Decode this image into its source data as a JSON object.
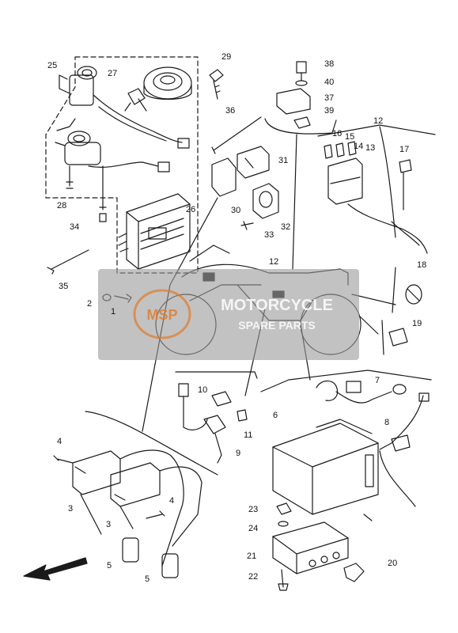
{
  "callouts": {
    "c1": "1",
    "c2": "2",
    "c3a": "3",
    "c3b": "3",
    "c4a": "4",
    "c4b": "4",
    "c5a": "5",
    "c5b": "5",
    "c6": "6",
    "c7": "7",
    "c8": "8",
    "c9": "9",
    "c10": "10",
    "c11": "11",
    "c12a": "12",
    "c12b": "12",
    "c13": "13",
    "c14": "14",
    "c15": "15",
    "c16": "16",
    "c17": "17",
    "c18": "18",
    "c19": "19",
    "c20": "20",
    "c21": "21",
    "c22": "22",
    "c23": "23",
    "c24": "24",
    "c25": "25",
    "c26": "26",
    "c27": "27",
    "c28": "28",
    "c29": "29",
    "c30": "30",
    "c31": "31",
    "c32": "32",
    "c33": "33",
    "c34": "34",
    "c35": "35",
    "c36": "36",
    "c37": "37",
    "c38": "38",
    "c39": "39",
    "c40": "40"
  },
  "watermark": {
    "logo": "MSP",
    "line1": "MOTORCYCLE",
    "line2": "SPARE PARTS"
  },
  "colors": {
    "ink": "#1a1a1a",
    "watermark_bg": "#9a9a9a",
    "watermark_logo": "#e07a2a"
  }
}
